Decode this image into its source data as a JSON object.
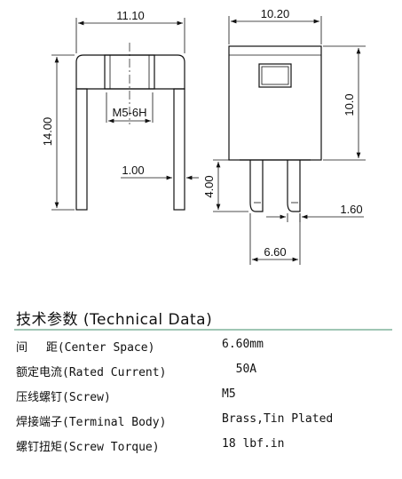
{
  "dimensions": {
    "top_width": "11.10",
    "height": "14.00",
    "thread": "M5-6H",
    "wall": "1.00",
    "side_width": "10.20",
    "body_height": "10.0",
    "pin_length": "4.00",
    "pin_width": "1.60",
    "pin_pitch": "6.60"
  },
  "tech": {
    "title": "技术参数 (Technical Data)",
    "rows": [
      {
        "label": "间　 距(Center Space)",
        "value": "6.60mm"
      },
      {
        "label": "额定电流(Rated Current)",
        "value": "  50A"
      },
      {
        "label": "压线螺钉(Screw)",
        "value": "M5"
      },
      {
        "label": "焊接端子(Terminal Body)",
        "value": "Brass,Tin Plated"
      },
      {
        "label": "螺钉扭矩(Screw Torque)",
        "value": "18 lbf.in"
      }
    ]
  }
}
